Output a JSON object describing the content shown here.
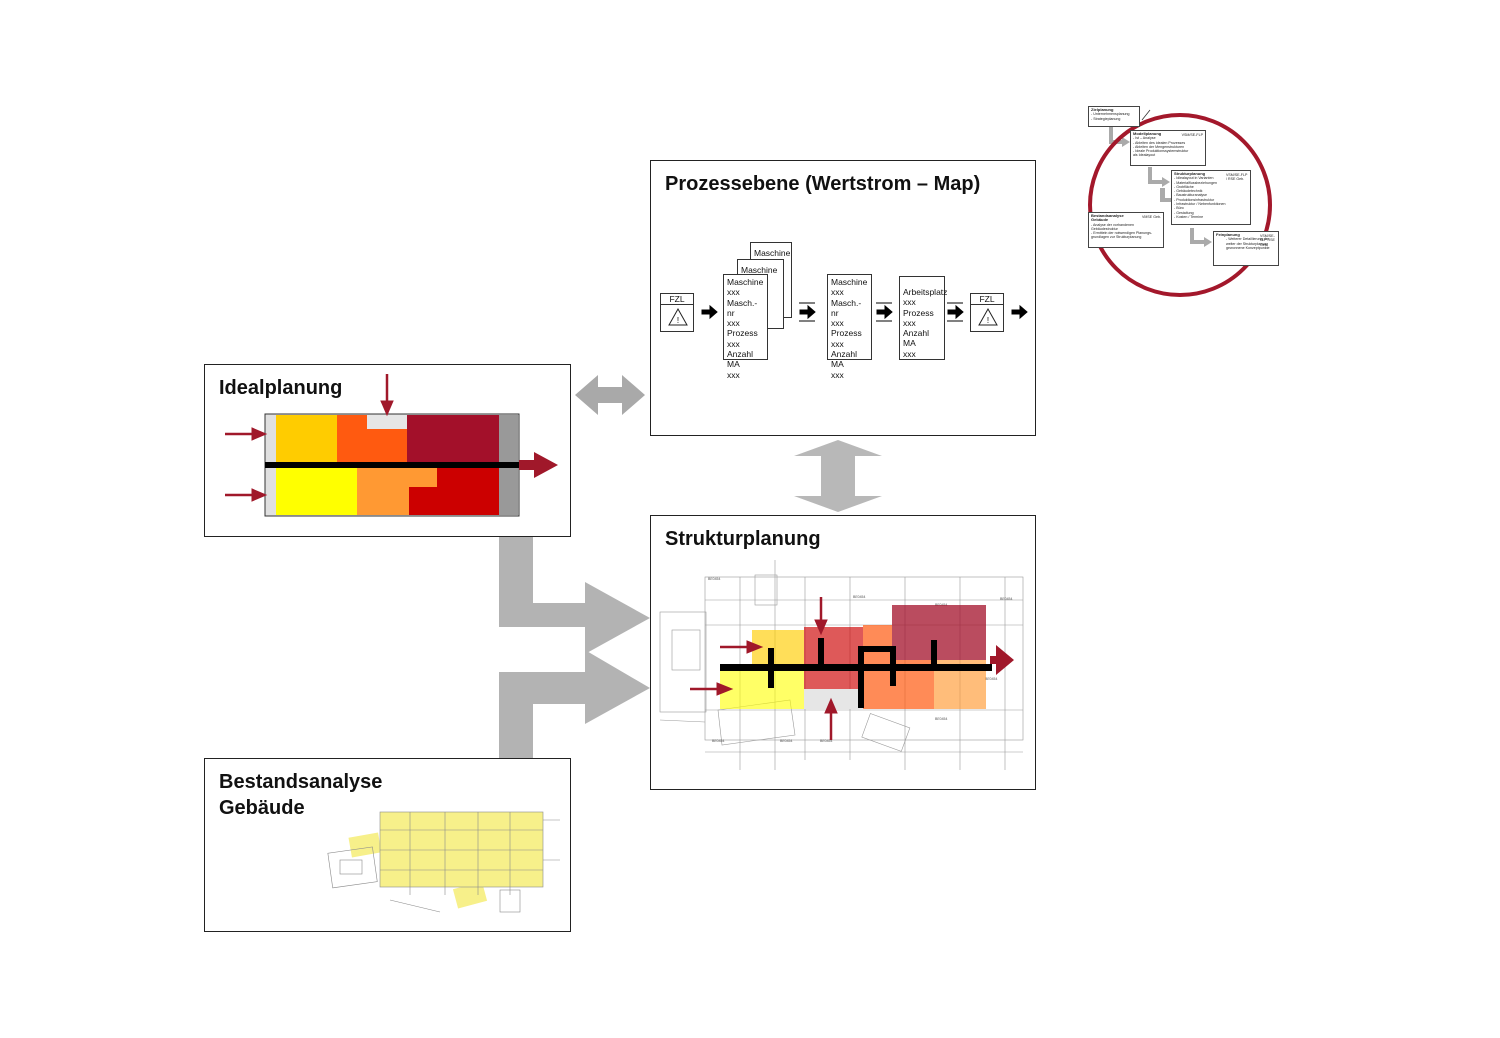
{
  "panels": {
    "prozess": {
      "title": "Prozessebene (Wertstrom – Map)"
    },
    "ideal": {
      "title": "Idealplanung"
    },
    "struktur": {
      "title": "Strukturplanung"
    },
    "bestand": {
      "title": "Bestandsanalyse\nGebäude"
    }
  },
  "valuestream": {
    "fzl_left": "FZL",
    "fzl_right": "FZL",
    "stack_back1": "Maschine",
    "stack_back2": "Maschine",
    "box1": [
      "Maschine",
      "xxx",
      "Masch.-nr",
      "xxx",
      "Prozess",
      "xxx",
      "Anzahl MA",
      "xxx"
    ],
    "box2": [
      "Maschine",
      "xxx",
      "Masch.-nr",
      "xxx",
      "Prozess",
      "xxx",
      "Anzahl MA",
      "xxx"
    ],
    "box3": [
      "Arbeitsplatz",
      "xxx",
      "Prozess",
      "xxx",
      "Anzahl MA",
      "xxx"
    ]
  },
  "overview": {
    "ziel": {
      "title": "Zielplanung",
      "lines": [
        "- Unternehmensplanung",
        "- Strategieplanung"
      ]
    },
    "modell": {
      "title": "Modellplanung",
      "tag": "VSM/SE-FLP",
      "lines": [
        "- Ist – Analyse",
        "- Ableiten des idealen Prozesses",
        "- Ableiten der Mengenstrukturen",
        "- Ideale Produktionssystemstruktur",
        "  als Idealayout"
      ]
    },
    "struktur": {
      "title": "Strukturplanung",
      "tag": "VSM/SE-FLP / RSE Geb.",
      "lines": [
        "- Idlealayout in Varianten",
        "- Materialflussbeziehungen",
        "- Grobfläche",
        "- Gebäudetechnik",
        "- Baustrukturanalyse",
        "- Produktionsinfrastruktur",
        "- Infrastruktur / Nebenfunktionen",
        "- Büro",
        "- Gestaltung",
        "- Kosten / Termine"
      ]
    },
    "bestand": {
      "title": "Bestandsanalyse Gebäude",
      "tag": "VMSE Geb.",
      "lines": [
        "- Analyse der vorhandenen",
        "  Gebäudestruktur",
        "- Ermitteln der notwendigen Planungs-",
        "  grundlagen zur Strukturplanung"
      ]
    },
    "fein": {
      "title": "Feinplanung",
      "tag": "VSM/SE-FLP RSE Geb.",
      "lines": [
        "- Weiterer Detaillierung der",
        "  weiter der Strukturplanung",
        "  gewonnene Konzeptpunkte"
      ]
    }
  },
  "colors": {
    "arrow_red": "#a0182a",
    "gray_arrow": "#a9a9a9",
    "ring": "#a3182b",
    "orange1": "#ffcc00",
    "orange2": "#ff5a10",
    "darkred": "#a3102a",
    "yellow": "#ffff00",
    "orange3": "#ff9933",
    "red": "#cc0000",
    "light_yellow": "#f7f08a"
  }
}
